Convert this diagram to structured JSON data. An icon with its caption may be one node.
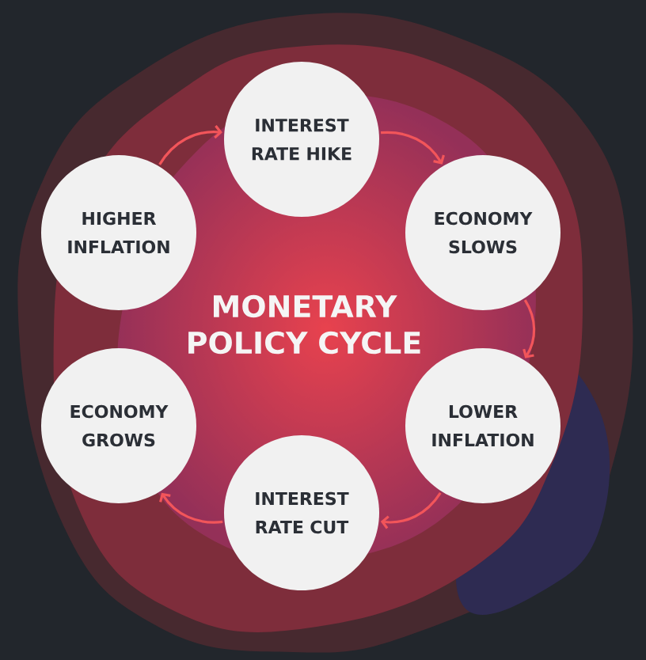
{
  "diagram": {
    "title": "MONETARY POLICY CYCLE",
    "nodes": [
      {
        "text": [
          "INTEREST RATE HIKE"
        ]
      },
      {
        "text": [
          "ECONOMY SLOWS"
        ]
      },
      {
        "text": [
          "LOWER INFLATION"
        ]
      },
      {
        "text": [
          "INTEREST RATE CUT"
        ]
      },
      {
        "text": [
          "ECONOMY GROWS"
        ]
      },
      {
        "text": [
          "HIGHER INFLATION"
        ]
      }
    ],
    "edges": [
      {
        "from": 5,
        "to": 0,
        "arrow": "to"
      },
      {
        "from": 0,
        "to": 1,
        "arrow": "to"
      },
      {
        "from": 1,
        "to": 2,
        "arrow": "to"
      },
      {
        "from": 2,
        "to": 3,
        "arrow": "to"
      },
      {
        "from": 3,
        "to": 4,
        "arrow": "to"
      }
    ]
  }
}
